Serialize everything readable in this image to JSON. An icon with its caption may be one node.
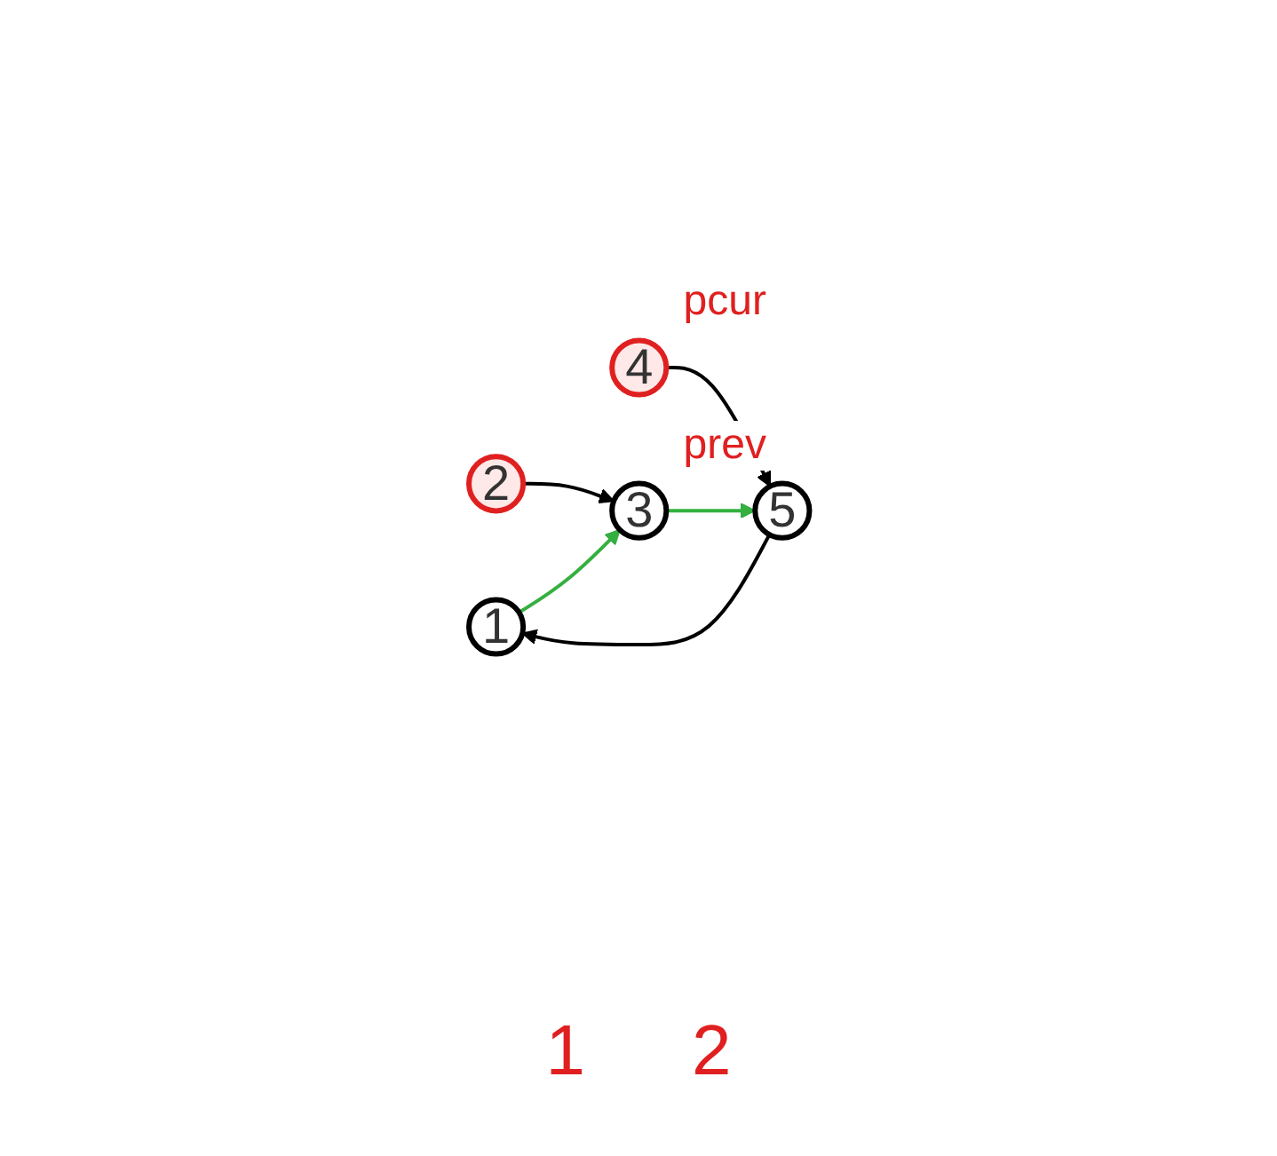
{
  "diagram": {
    "nodes": [
      {
        "text": [
          "1"
        ]
      },
      {
        "text": [
          "2"
        ]
      },
      {
        "text": [
          "3"
        ],
        "beside": [
          "prev"
        ]
      },
      {
        "text": [
          "4"
        ],
        "beside": [
          "pcur"
        ]
      },
      {
        "text": [
          "5"
        ]
      }
    ],
    "edges": [
      {
        "from": 1,
        "to": 2,
        "arrow": "to"
      },
      {
        "from": 3,
        "to": 4,
        "arrow": "to"
      },
      {
        "from": 4,
        "to": 0,
        "arrow": "to"
      },
      {
        "from": 0,
        "to": 2,
        "arrow": "to",
        "color": "#33b040"
      },
      {
        "from": 2,
        "to": 4,
        "arrow": "to",
        "color": "#33b040"
      }
    ],
    "labels": [
      "1",
      "2"
    ]
  }
}
